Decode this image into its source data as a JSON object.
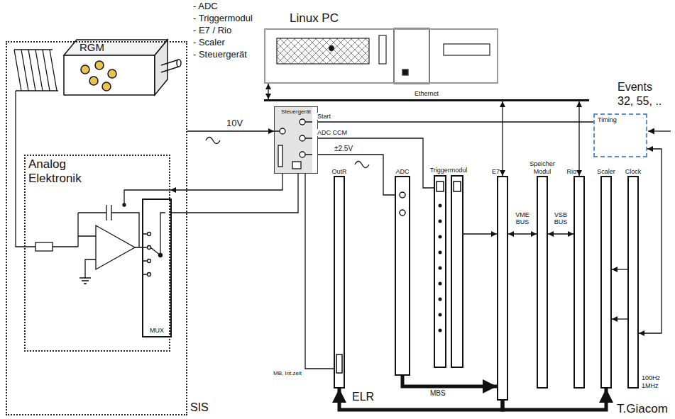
{
  "diagram": {
    "nodes": [
      {
        "text": [
          "SIS"
        ]
      },
      {
        "text": [
          "RGM"
        ],
        "in": 0
      },
      {
        "text": [
          "Analog Elektronik"
        ],
        "in": 0
      },
      {
        "text": [
          "MUX"
        ],
        "in": 2
      },
      {
        "text": [
          "Linux PC"
        ]
      },
      {
        "text": [
          "Ethernet"
        ]
      },
      {
        "text": [
          "Steuergerät"
        ]
      },
      {
        "text": [
          "Timing"
        ]
      },
      {
        "text": [
          "OutR"
        ]
      },
      {
        "text": [
          "ADC"
        ]
      },
      {
        "text": [
          "Triggermodul"
        ]
      },
      {
        "text": [
          "E7"
        ]
      },
      {
        "text": [
          "Speicher Modul"
        ]
      },
      {
        "text": [
          "Rio"
        ]
      },
      {
        "text": [
          "Scaler"
        ]
      },
      {
        "text": [
          "Clock"
        ]
      }
    ],
    "edges": [
      {
        "from": 0,
        "to": 6,
        "arrow": "to",
        "label": "10V"
      },
      {
        "from": 6,
        "to": 2,
        "arrow": "to"
      },
      {
        "from": 3,
        "to": 6,
        "arrow": "none"
      },
      {
        "from": 4,
        "to": 5,
        "arrow": "both"
      },
      {
        "from": 5,
        "to": 11,
        "arrow": "both"
      },
      {
        "from": 5,
        "to": 13,
        "arrow": "both"
      },
      {
        "from": 7,
        "to": 6,
        "arrow": "none",
        "label": "Start"
      },
      {
        "from": 6,
        "to": 10,
        "arrow": "none",
        "label": "ADC CCM"
      },
      {
        "from": 6,
        "to": 9,
        "arrow": "none",
        "label": "±2.5V"
      },
      {
        "from": 6,
        "to": 8,
        "arrow": "none",
        "label": "MB, Int.zeit"
      },
      {
        "from": 9,
        "to": 11,
        "arrow": "to",
        "label": "MBS"
      },
      {
        "from": 11,
        "to": 8,
        "arrow": "to"
      },
      {
        "from": 11,
        "to": 14,
        "arrow": "to"
      },
      {
        "from": 10,
        "to": 11,
        "arrow": "to"
      },
      {
        "from": 11,
        "to": 12,
        "arrow": "both",
        "label": "VME BUS"
      },
      {
        "from": 12,
        "to": 13,
        "arrow": "both",
        "label": "VSB BUS"
      },
      {
        "from": 15,
        "to": 14,
        "arrow": "to"
      },
      {
        "from": 15,
        "to": 14,
        "arrow": "to"
      },
      {
        "from": 7,
        "to": 15,
        "arrow": "both"
      }
    ],
    "labels": [
      "- ADC",
      "- Triggermodul",
      "- E7 / Rio",
      "- Scaler",
      "- Steuergerät",
      "Events",
      "32, 55, ..",
      "ELR",
      "100Hz",
      "1MHz",
      "T.Giacom"
    ]
  }
}
